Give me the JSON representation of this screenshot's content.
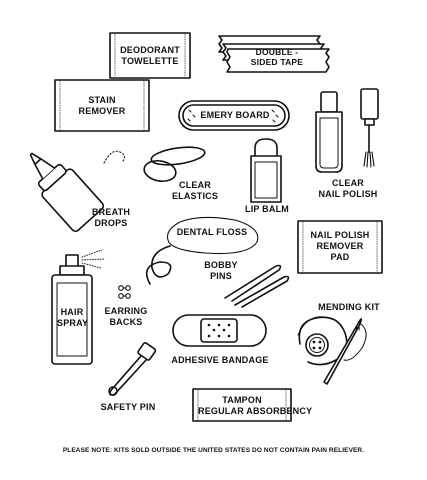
{
  "items": {
    "deodorant_towelette": [
      "DEODORANT",
      "TOWELETTE"
    ],
    "double_sided_tape": [
      "DOUBLE -",
      "SIDED TAPE"
    ],
    "stain_remover": [
      "STAIN",
      "REMOVER"
    ],
    "emery_board": "EMERY BOARD",
    "clear_nail_polish": [
      "CLEAR",
      "NAIL POLISH"
    ],
    "clear_elastics": [
      "CLEAR",
      "ELASTICS"
    ],
    "lip_balm": "LIP BALM",
    "breath_drops": [
      "BREATH",
      "DROPS"
    ],
    "dental_floss": "DENTAL FLOSS",
    "nail_polish_remover_pad": [
      "NAIL POLISH",
      "REMOVER",
      "PAD"
    ],
    "bobby_pins": [
      "BOBBY",
      "PINS"
    ],
    "hair_spray": [
      "HAIR",
      "SPRAY"
    ],
    "earring_backs": [
      "EARRING",
      "BACKS"
    ],
    "mending_kit": "MENDING KIT",
    "adhesive_bandage": "ADHESIVE BANDAGE",
    "safety_pin": "SAFETY PIN",
    "tampon": [
      "TAMPON",
      "REGULAR ABSORBENCY"
    ]
  },
  "note": "PLEASE NOTE: KITS SOLD OUTSIDE THE UNITED STATES DO NOT CONTAIN PAIN RELIEVER."
}
